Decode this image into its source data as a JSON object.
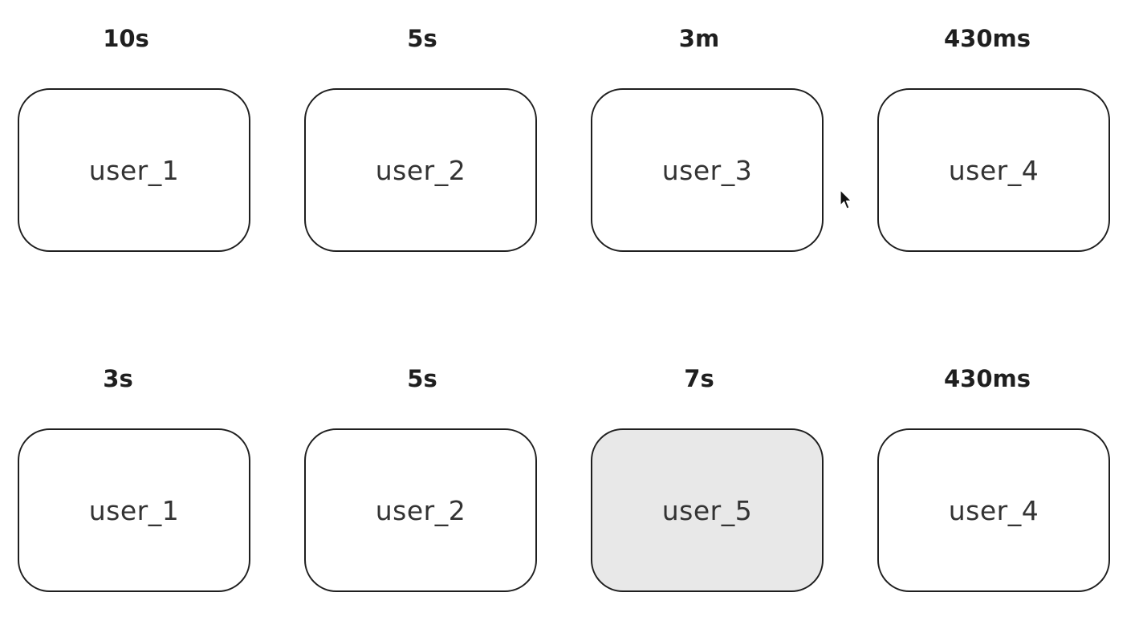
{
  "rows": [
    {
      "cells": [
        {
          "duration": "10s",
          "user": "user_1",
          "highlighted": false
        },
        {
          "duration": "5s",
          "user": "user_2",
          "highlighted": false
        },
        {
          "duration": "3m",
          "user": "user_3",
          "highlighted": false
        },
        {
          "duration": "430ms",
          "user": "user_4",
          "highlighted": false
        }
      ]
    },
    {
      "cells": [
        {
          "duration": "3s",
          "user": "user_1",
          "highlighted": false
        },
        {
          "duration": "5s",
          "user": "user_2",
          "highlighted": false
        },
        {
          "duration": "7s",
          "user": "user_5",
          "highlighted": true
        },
        {
          "duration": "430ms",
          "user": "user_4",
          "highlighted": false
        }
      ]
    }
  ],
  "colors": {
    "border": "#1f1f1f",
    "highlight_fill": "#e8e8e8",
    "text": "#333333"
  },
  "icons": {
    "cursor": "mouse-pointer-icon"
  }
}
